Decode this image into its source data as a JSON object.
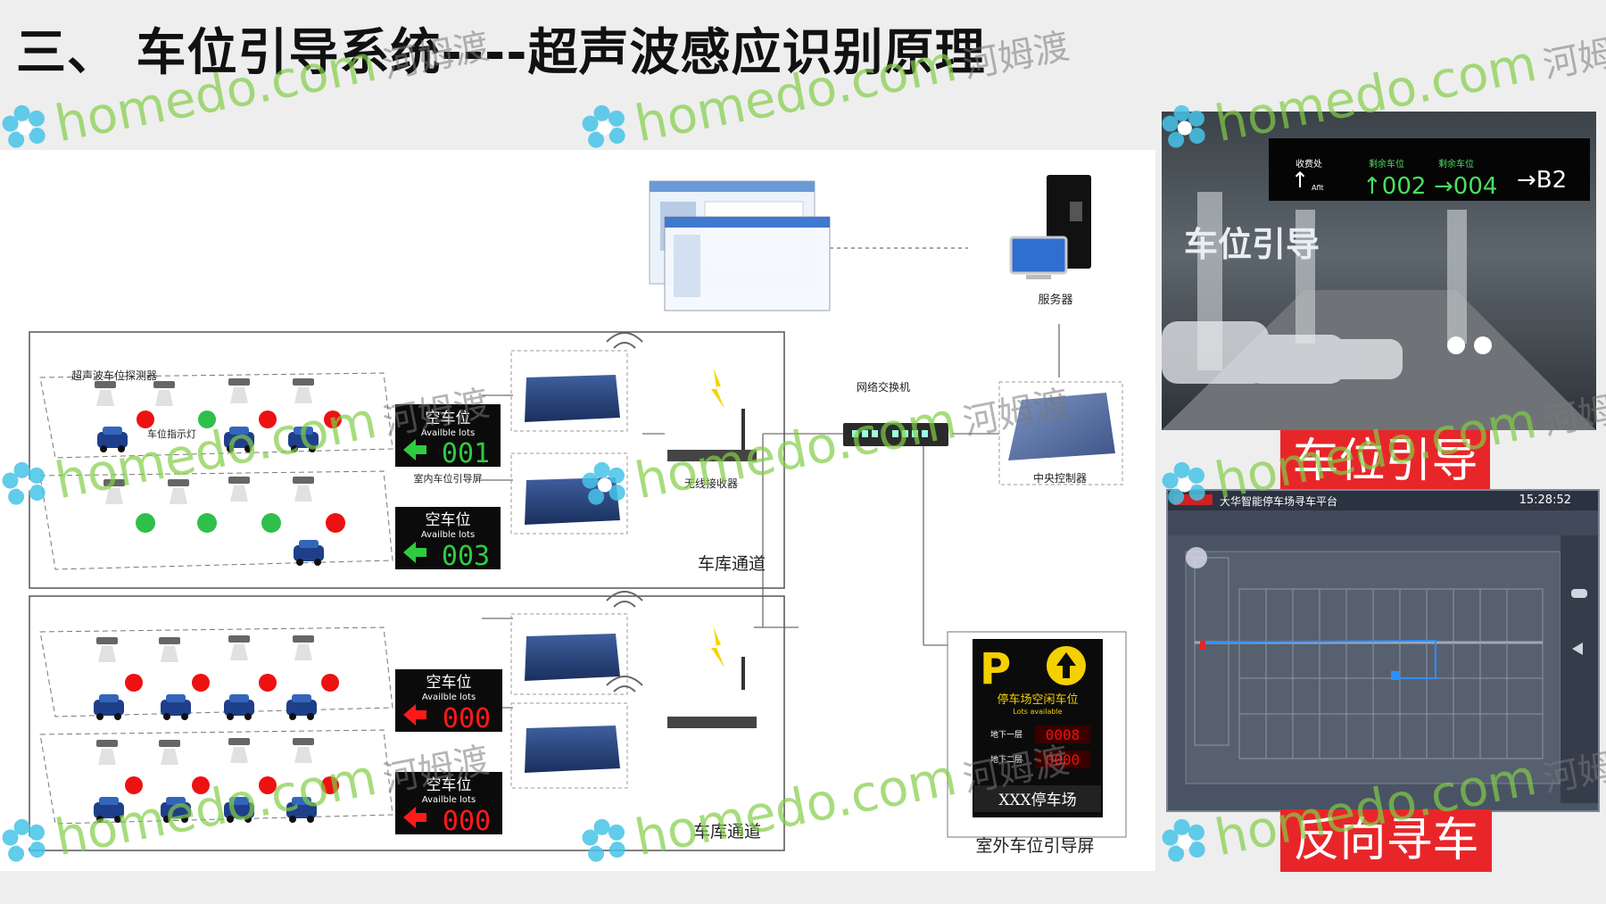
{
  "title": "三、 车位引导系统----超声波感应识别原理",
  "diagram": {
    "server_label": "服务器",
    "detector_label": "超声波车位探测器",
    "detector_sub_label": "车位指示灯",
    "indoor_screen_label": "室内车位引导屏",
    "wireless_receiver_label": "无线接收器",
    "network_switch_label": "网络交换机",
    "central_controller_label": "中央控制器",
    "garage_lane_label_1": "车库通道",
    "garage_lane_label_2": "车库通道",
    "outdoor_screen_label": "室外车位引导屏",
    "signs": [
      {
        "title": "空车位",
        "sub": "Availble lots",
        "count": "001",
        "color": "#2ecc40"
      },
      {
        "title": "空车位",
        "sub": "Availble lots",
        "count": "003",
        "color": "#2ecc40"
      },
      {
        "title": "空车位",
        "sub": "Availble lots",
        "count": "000",
        "color": "#ff1a1a"
      },
      {
        "title": "空车位",
        "sub": "Availble lots",
        "count": "000",
        "color": "#ff1a1a"
      }
    ],
    "outdoor_sign": {
      "p": "P",
      "heading": "停车场空闲车位",
      "sub": "Lots available",
      "row1_label": "地下一层",
      "row1_value": "0008",
      "row2_label": "地下二层",
      "row2_value": "0000",
      "name": "XXX停车场"
    }
  },
  "photo": {
    "sign_col1": "收费处",
    "sign_col1_sub": "Aflt",
    "sign_col2": "剩余车位",
    "sign_col2_value": "↑002",
    "sign_col3": "剩余车位",
    "sign_col3_value": "→004",
    "sign_col4": "→B2",
    "overlay_text": "车位引导"
  },
  "badges": {
    "top": "车位引导",
    "bottom": "反向寻车"
  },
  "software": {
    "title": "大华智能停车场寻车平台",
    "time": "15:28:52"
  },
  "watermark": {
    "text": "homedo.com",
    "cn": "河姆渡"
  },
  "colors": {
    "accent_red": "#e8262a",
    "led_green": "#2ecc40",
    "led_red": "#ff1a1a",
    "watermark_green": "#82cd46"
  }
}
